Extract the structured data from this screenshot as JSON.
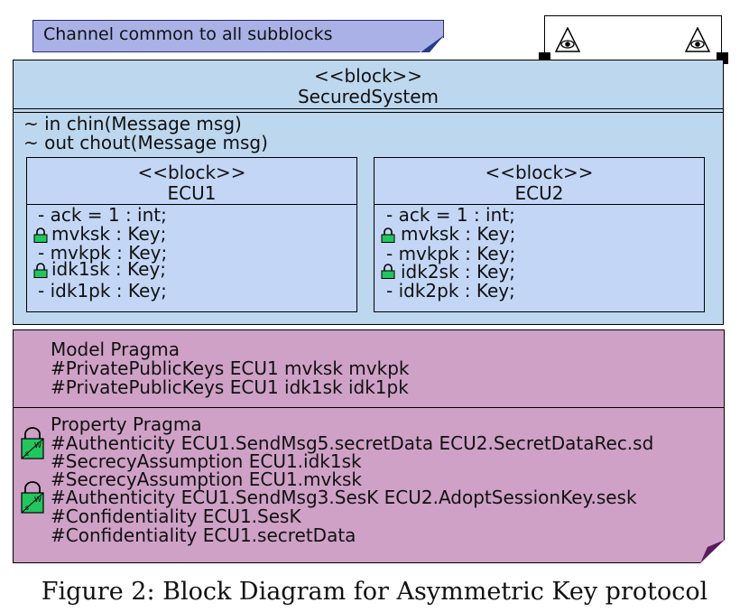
{
  "note": {
    "text": "Channel common to all subblocks"
  },
  "secured_system": {
    "stereotype": "<<block>>",
    "name": "SecuredSystem",
    "ports": [
      "~ in chin(Message msg)",
      "~ out chout(Message msg)"
    ]
  },
  "ecu1": {
    "stereotype": "<<block>>",
    "name": "ECU1",
    "attributes": [
      {
        "text": "- ack = 1 : int;",
        "locked": false
      },
      {
        "text": "mvksk : Key;",
        "locked": true
      },
      {
        "text": "- mvkpk : Key;",
        "locked": false
      },
      {
        "text": "idk1sk : Key;",
        "locked": true
      },
      {
        "text": "- idk1pk : Key;",
        "locked": false
      }
    ]
  },
  "ecu2": {
    "stereotype": "<<block>>",
    "name": "ECU2",
    "attributes": [
      {
        "text": "- ack = 1 : int;",
        "locked": false
      },
      {
        "text": "mvksk : Key;",
        "locked": true
      },
      {
        "text": "- mvkpk : Key;",
        "locked": false
      },
      {
        "text": "idk2sk : Key;",
        "locked": true
      },
      {
        "text": "- idk2pk : Key;",
        "locked": false
      }
    ]
  },
  "model_pragma": {
    "title": "Model Pragma",
    "lines": [
      "#PrivatePublicKeys ECU1 mvksk mvkpk",
      "#PrivatePublicKeys ECU1 idk1sk idk1pk"
    ]
  },
  "property_pragma": {
    "title": "Property Pragma",
    "lines": [
      "#Authenticity ECU1.SendMsg5.secretData ECU2.SecretDataRec.sd",
      "#SecrecyAssumption ECU1.idk1sk",
      "#SecrecyAssumption ECU1.mvksk",
      "#Authenticity ECU1.SendMsg3.SesK ECU2.AdoptSessionKey.sesk",
      "#Confidentiality ECU1.SesK",
      "#Confidentiality ECU1.secretData"
    ]
  },
  "caption": "Figure 2: Block Diagram for Asymmetric Key protocol",
  "colors": {
    "note_fill": "#a9b1e6",
    "block_fill": "#bdd7ee",
    "ecu_fill": "#c3d6f5",
    "pragma_fill": "#cfa1c7",
    "lock_green": "#22c55e",
    "fold_dark": "#5a1a5e"
  }
}
